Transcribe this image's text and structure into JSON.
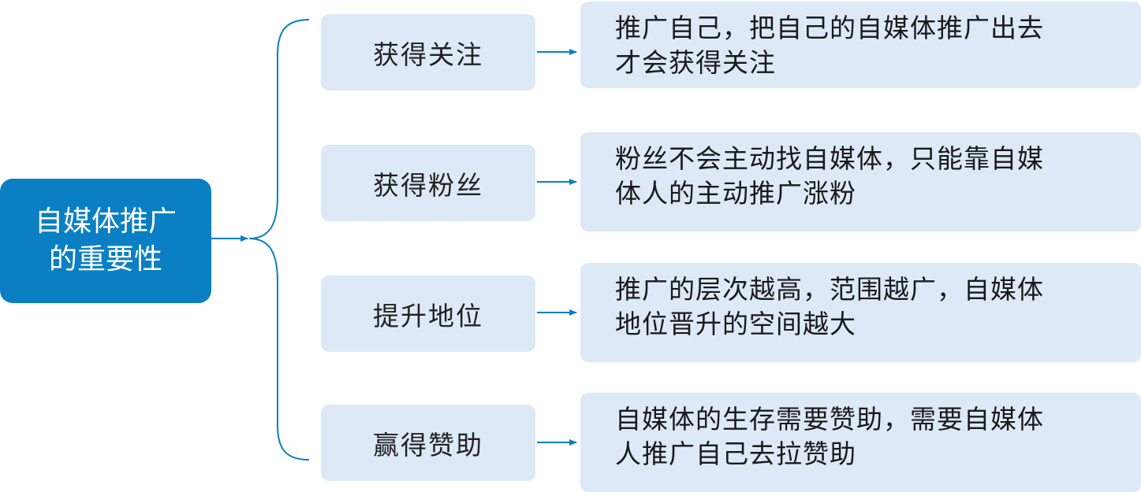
{
  "root": {
    "lines": [
      "自媒体推广",
      "的重要性"
    ]
  },
  "branches": [
    {
      "label": "获得关注",
      "description": [
        "推广自己，把自己的自媒体推广出去",
        "才会获得关注"
      ]
    },
    {
      "label": "获得粉丝",
      "description": [
        "粉丝不会主动找自媒体，只能靠自媒",
        "体人的主动推广涨粉"
      ]
    },
    {
      "label": "提升地位",
      "description": [
        "推广的层次越高，范围越广，自媒体",
        "地位晋升的空间越大"
      ]
    },
    {
      "label": "赢得赞助",
      "description": [
        "自媒体的生存需要赞助，需要自媒体",
        "人推广自己去拉赞助"
      ]
    }
  ],
  "colors": {
    "root_fill": "#0a7fc4",
    "node_fill": "#dde9f6",
    "connector": "#0a7fc4"
  }
}
